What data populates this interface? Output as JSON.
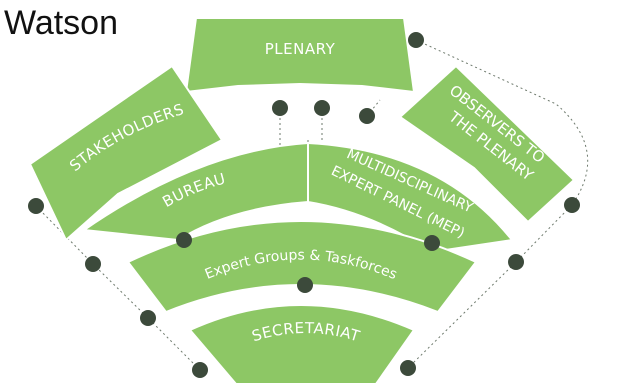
{
  "watermark": "Watson",
  "colors": {
    "box_fill": "#8dc765",
    "box_stroke": "#ffffff",
    "label": "#ffffff",
    "dot": "#3c4a3b",
    "connector": "#6e7a6d",
    "background": "#ffffff"
  },
  "boxes": {
    "plenary": "PLENARY",
    "stakeholders": "STAKEHOLDERS",
    "observers_line1": "OBSERVERS TO",
    "observers_line2": "THE PLENARY",
    "bureau": "BUREAU",
    "mep_line1": "MULTIDISCIPLINARY",
    "mep_line2": "EXPERT PANEL (MEP)",
    "expert_groups": "Expert Groups & Taskforces",
    "secretariat": "SECRETARIAT"
  },
  "dot_icon": "connector-dot-icon"
}
